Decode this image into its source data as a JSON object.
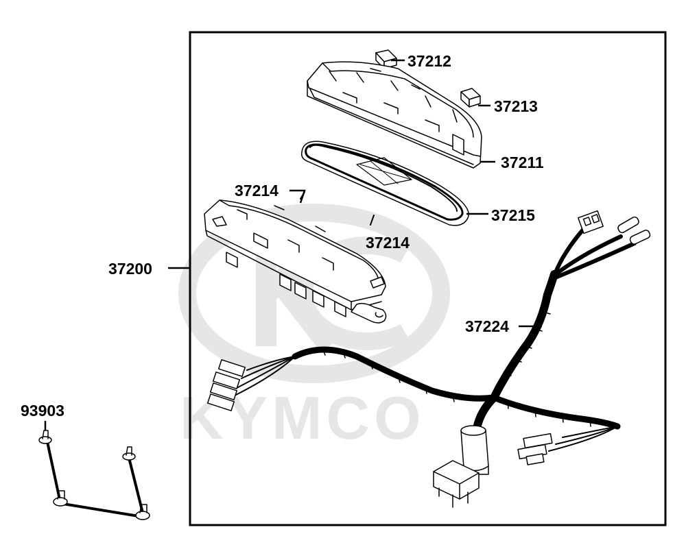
{
  "diagram": {
    "watermark": "KYMCO",
    "colors": {
      "line": "#000000",
      "watermark": "#e6e6e6",
      "background": "#ffffff"
    },
    "callouts": {
      "p37212": "37212",
      "p37213": "37213",
      "p37211": "37211",
      "p37214a": "37214",
      "p37215": "37215",
      "p37214b": "37214",
      "p37200": "37200",
      "p37224": "37224",
      "p93903": "93903"
    }
  }
}
